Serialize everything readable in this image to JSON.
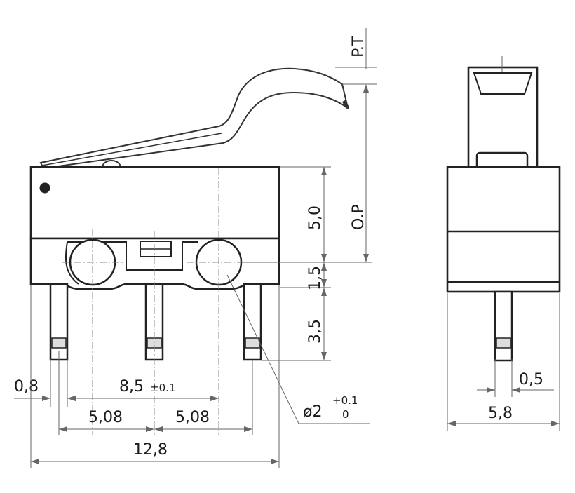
{
  "labels": {
    "pretravel": "P.T",
    "operating_position": "O.P",
    "body_height": "5,0",
    "offset": "1,5",
    "terminal_length": "3,5",
    "terminal_width": "0,8",
    "hole_pitch": "8,5",
    "hole_pitch_tol": "±0.1",
    "pitch_left": "5,08",
    "pitch_right": "5,08",
    "total_width": "12,8",
    "hole_dia": "ø2",
    "hole_dia_tol_upper": "+0.1",
    "hole_dia_tol_lower": "0",
    "side_terminal": "0,5",
    "side_width": "5,8"
  }
}
